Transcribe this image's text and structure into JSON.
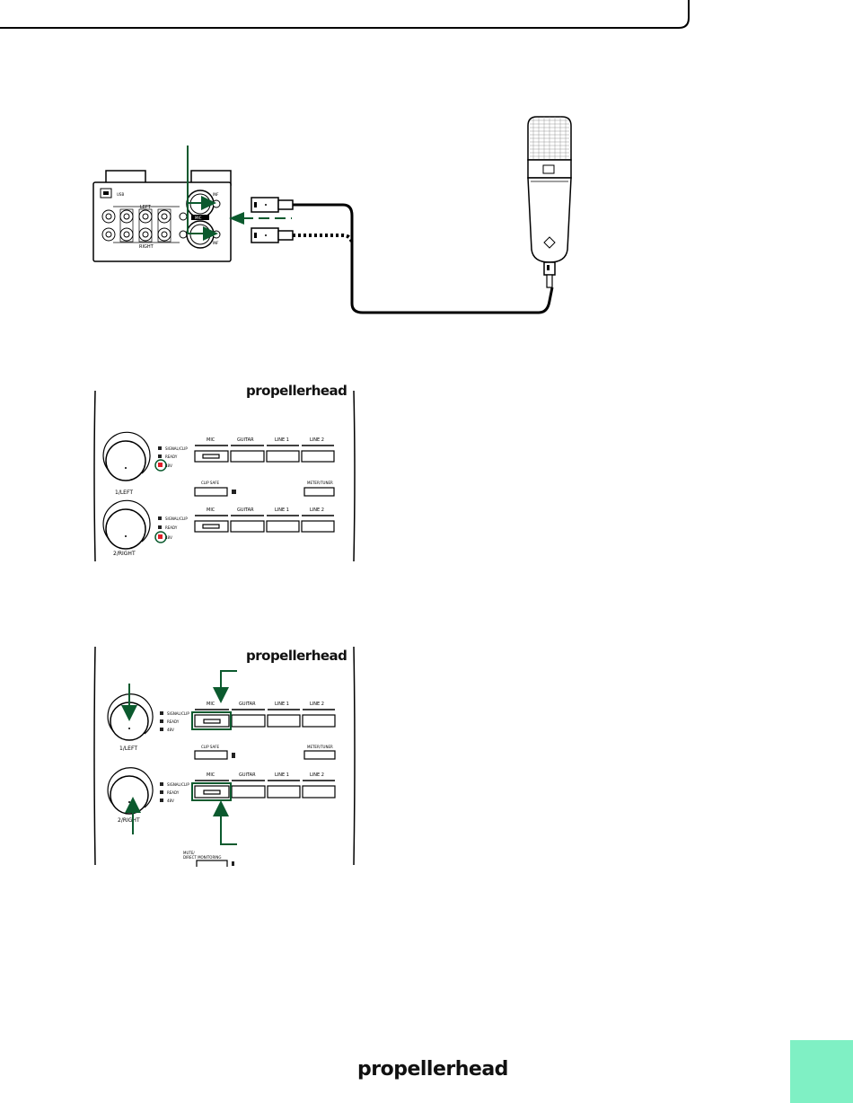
{
  "brand": {
    "panel_logo": "propellerhead",
    "footer_logo": "propellerhead"
  },
  "colors": {
    "accent_green": "#0b5a2e",
    "led_red": "#e0202a",
    "page_tab": "#7ff0c4"
  },
  "device_back": {
    "usb_label": "USB",
    "left_label": "LEFT",
    "right_label": "RIGHT",
    "inf_label": "INF",
    "mic_label": "MIC"
  },
  "panel1": {
    "channel1_label": "1/LEFT",
    "channel2_label": "2/RIGHT",
    "leds": [
      "SIGNAL/CLIP",
      "READY",
      "48V"
    ],
    "modes": [
      "MIC",
      "GUITAR",
      "LINE 1",
      "LINE 2"
    ],
    "clip_safe_label": "CLIP SAFE",
    "meter_tuner_label": "METER/TUNER"
  },
  "panel2": {
    "channel1_label": "1/LEFT",
    "channel2_label": "2/RIGHT",
    "leds": [
      "SIGNAL/CLIP",
      "READY",
      "48V"
    ],
    "modes": [
      "MIC",
      "GUITAR",
      "LINE 1",
      "LINE 2"
    ],
    "clip_safe_label": "CLIP SAFE",
    "meter_tuner_label": "METER/TUNER",
    "mute_label_1": "MUTE/",
    "mute_label_2": "DIRECT MONITORING"
  }
}
